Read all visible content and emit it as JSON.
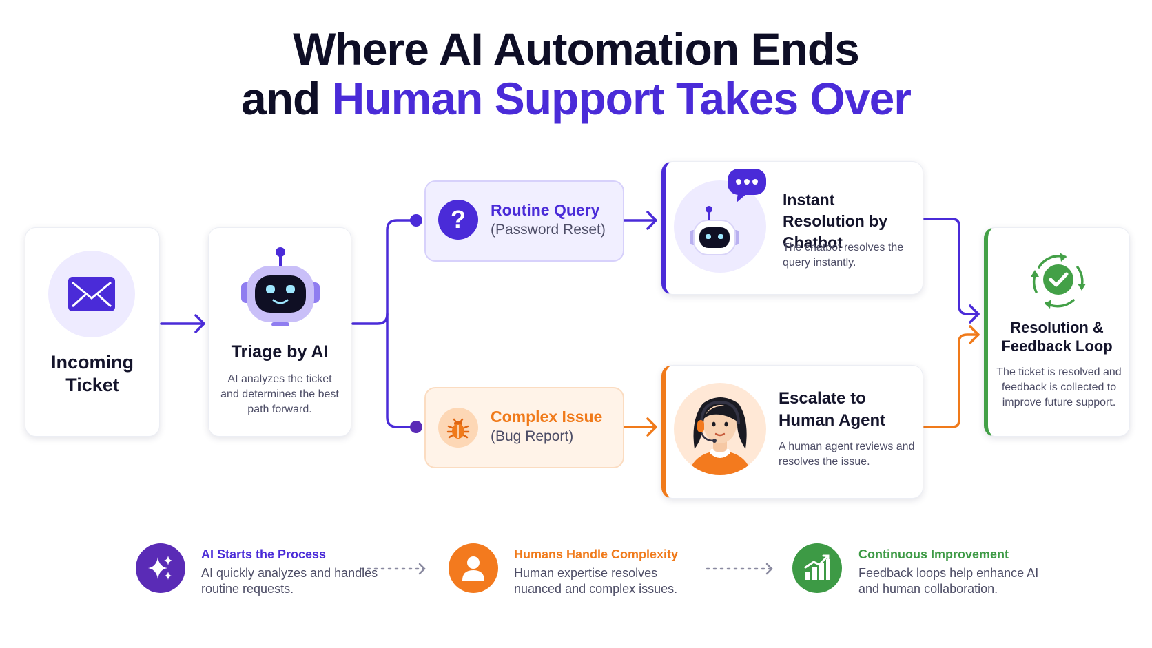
{
  "heading": {
    "line1": "Where AI Automation Ends",
    "line2_prefix": "and ",
    "line2_accent": "Human Support Takes Over"
  },
  "nodes": {
    "incoming": {
      "title": "Incoming Ticket",
      "icon": "envelope-icon"
    },
    "triage": {
      "title": "Triage by AI",
      "desc": "AI analyzes the ticket and determines the best path forward.",
      "icon": "robot-icon"
    },
    "routine": {
      "title": "Routine Query",
      "subtitle": "(Password Reset)",
      "icon": "question-icon",
      "icon_glyph": "?"
    },
    "complex": {
      "title": "Complex Issue",
      "subtitle": "(Bug Report)",
      "icon": "bug-icon"
    },
    "instant": {
      "title": "Instant Resolution by Chatbot",
      "desc": "The chatbot resolves the query instantly.",
      "icon": "chatbot-icon"
    },
    "escalate": {
      "title": "Escalate to Human Agent",
      "desc": "A human agent reviews and resolves the issue.",
      "icon": "human-agent-icon"
    },
    "resolution": {
      "title": "Resolution & Feedback Loop",
      "desc": "The ticket is resolved and feedback is collected to improve future support.",
      "icon": "check-cycle-icon"
    }
  },
  "summary": [
    {
      "title": "AI Starts the Process",
      "desc": "AI quickly analyzes and handles routine requests.",
      "icon": "sparkle-icon"
    },
    {
      "title": "Humans Handle Complexity",
      "desc": "Human expertise resolves nuanced and complex issues.",
      "icon": "person-icon"
    },
    {
      "title": "Continuous Improvement",
      "desc": "Feedback loops help enhance AI and human collaboration.",
      "icon": "growth-chart-icon"
    }
  ],
  "colors": {
    "ai_purple": "#4a2bd8",
    "human_orange": "#f07a1a",
    "success_green": "#43a047",
    "title_dark": "#0e0e26"
  }
}
